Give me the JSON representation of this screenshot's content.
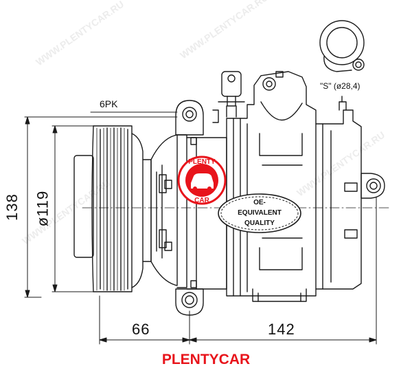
{
  "drawing": {
    "belt_label": "6PK",
    "dim_height_overall": "138",
    "dim_pulley_dia": "ø119",
    "dim_pulley_offset": "66",
    "dim_body_length": "142",
    "port_callout": "\"S\" (ø28,4)"
  },
  "badge": {
    "text_top": "PLENTY",
    "text_bottom": "CAR",
    "color": "#e8141b"
  },
  "quality_seal": {
    "line1": "OE-",
    "line2": "EQUIVALENT",
    "line3": "QUALITY"
  },
  "watermark": {
    "text": "WWW.PLENTYCAR.RU"
  },
  "footer": {
    "brand": "PLENTYCAR",
    "color": "#e8141b"
  }
}
